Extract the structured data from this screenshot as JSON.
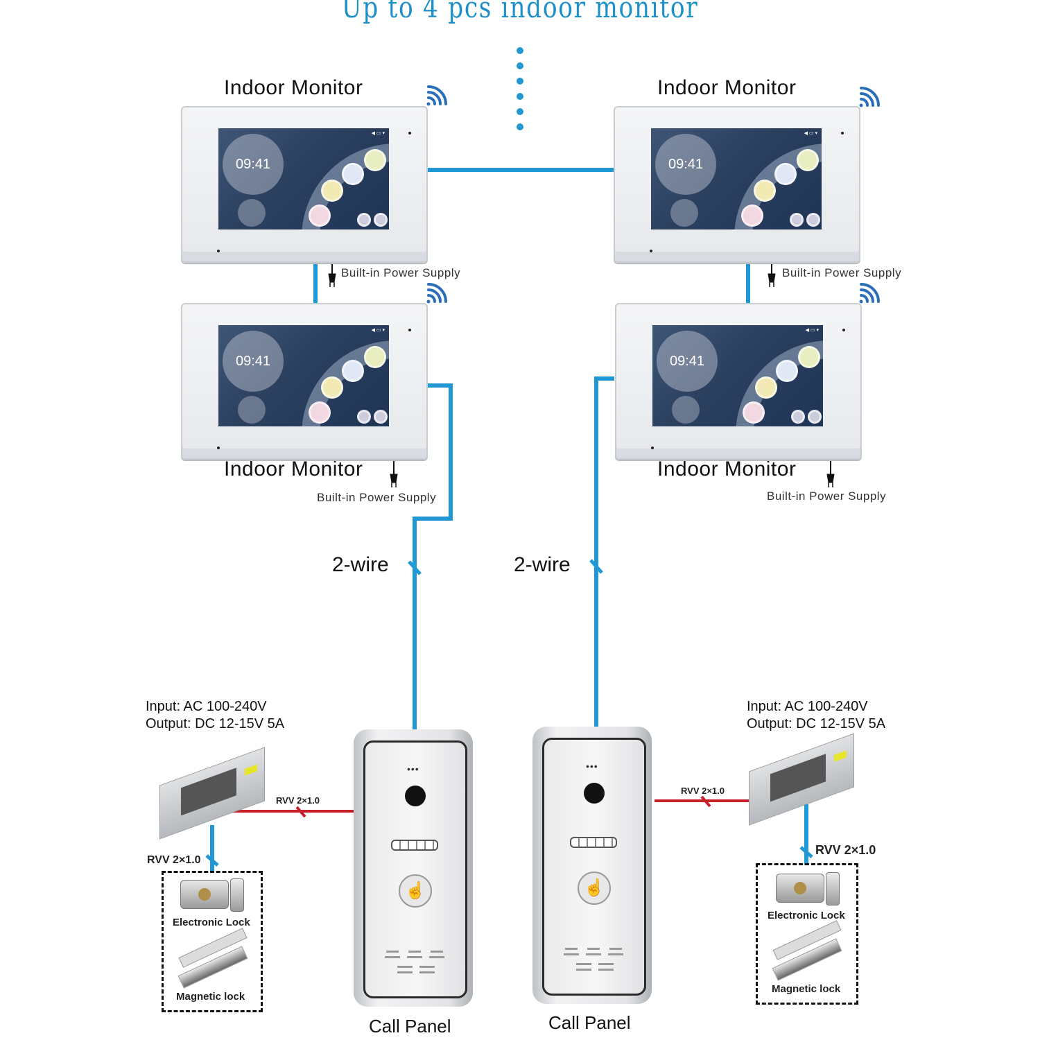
{
  "title": "Up to 4 pcs indoor monitor",
  "colors": {
    "two_wire": "#1f98d4",
    "power_wire": "#c8202a",
    "lock_wire": "#1f98d4",
    "title": "#1e90c8"
  },
  "monitors": [
    {
      "label": "Indoor Monitor",
      "power_label": "Built-in Power Supply",
      "clock": "09:41",
      "wifi": "wifi-icon"
    },
    {
      "label": "Indoor Monitor",
      "power_label": "Built-in Power Supply",
      "clock": "09:41",
      "wifi": "wifi-icon"
    },
    {
      "label": "Indoor Monitor",
      "power_label": "Built-in Power Supply",
      "clock": "09:41",
      "wifi": "wifi-icon"
    },
    {
      "label": "Indoor Monitor",
      "power_label": "Built-in Power Supply",
      "clock": "09:41",
      "wifi": "wifi-icon"
    }
  ],
  "wires": {
    "left": "2-wire",
    "right": "2-wire"
  },
  "call_panels": [
    {
      "label": "Call Panel"
    },
    {
      "label": "Call Panel"
    }
  ],
  "power_supplies": [
    {
      "input": "Input: AC 100-240V",
      "output": "Output: DC 12-15V 5A",
      "panel_cable": "RVV 2×1.0",
      "lock_cable": "RVV 2×1.0"
    },
    {
      "input": "Input: AC 100-240V",
      "output": "Output: DC 12-15V 5A",
      "panel_cable": "RVV 2×1.0",
      "lock_cable": "RVV 2×1.0"
    }
  ],
  "locks": [
    {
      "electronic": "Electronic Lock",
      "magnetic": "Magnetic lock"
    },
    {
      "electronic": "Electronic Lock",
      "magnetic": "Magnetic lock"
    }
  ]
}
